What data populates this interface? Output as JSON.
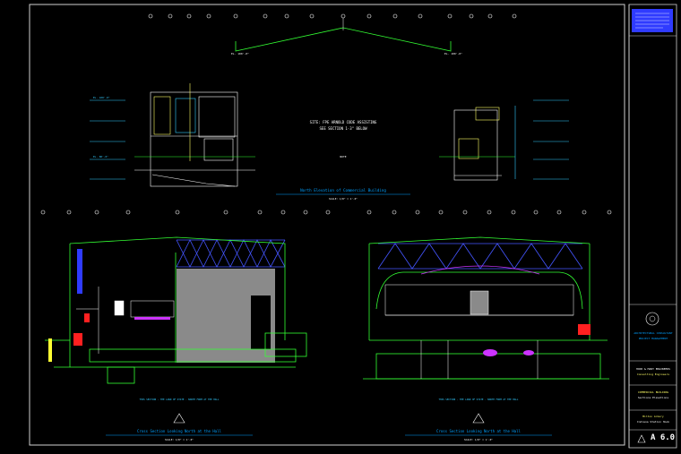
{
  "drawing": {
    "north_elevation_title": "North Elevation of Commercial Building",
    "north_elevation_scale": "SCALE: 1/8\" = 1'-0\"",
    "center_note_line1": "SITE: FPE ARNOLD CODE ASSISTING",
    "center_note_line2": "SEE SECTION 1-3\" BELOW",
    "center_small_note": "NOTE",
    "section_left_title": "Cross Section Looking North at the Hall",
    "section_left_scale": "SCALE: 1/8\" = 1'-0\"",
    "section_left_note": "THIS SECTION - THE LAND OF STATE - NORTH FROM AT THE HALL",
    "section_right_title": "Cross Section Looking North at the Hall",
    "section_right_scale": "SCALE: 1/8\" = 1'-0\"",
    "section_right_note": "THIS SECTION - THE LAND OF STATE - NORTH FROM AT THE HALL",
    "elev_label_top": "EL. 100'-0\"",
    "elev_label_mid": "EL. 80'-0\""
  },
  "title_block": {
    "firm_line1": "HOOK & MARY ENGINEERS",
    "firm_line2": "Consulting Engineers",
    "project_line1": "COMMERCIAL BUILDING",
    "project_line2": "Sections Elevations",
    "client_line1": "Milton Armory",
    "client_line2": "Indiana Station Hook",
    "sheet_number": "A 6.0",
    "consultant_line1": "ARCHITECTURAL CONSULTANT",
    "consultant_line2": "PROJECT MANAGEMENT"
  },
  "colors": {
    "border": "#cfcfcf",
    "elevation": "#ffffff",
    "section": "#33ff33",
    "truss": "#4455ff",
    "hatch": "#8a8a8a",
    "title_blue": "#00a0ff",
    "accent_red": "#ff2020",
    "accent_magenta": "#cc33ff",
    "title_block_logo": "#2f3bff"
  }
}
